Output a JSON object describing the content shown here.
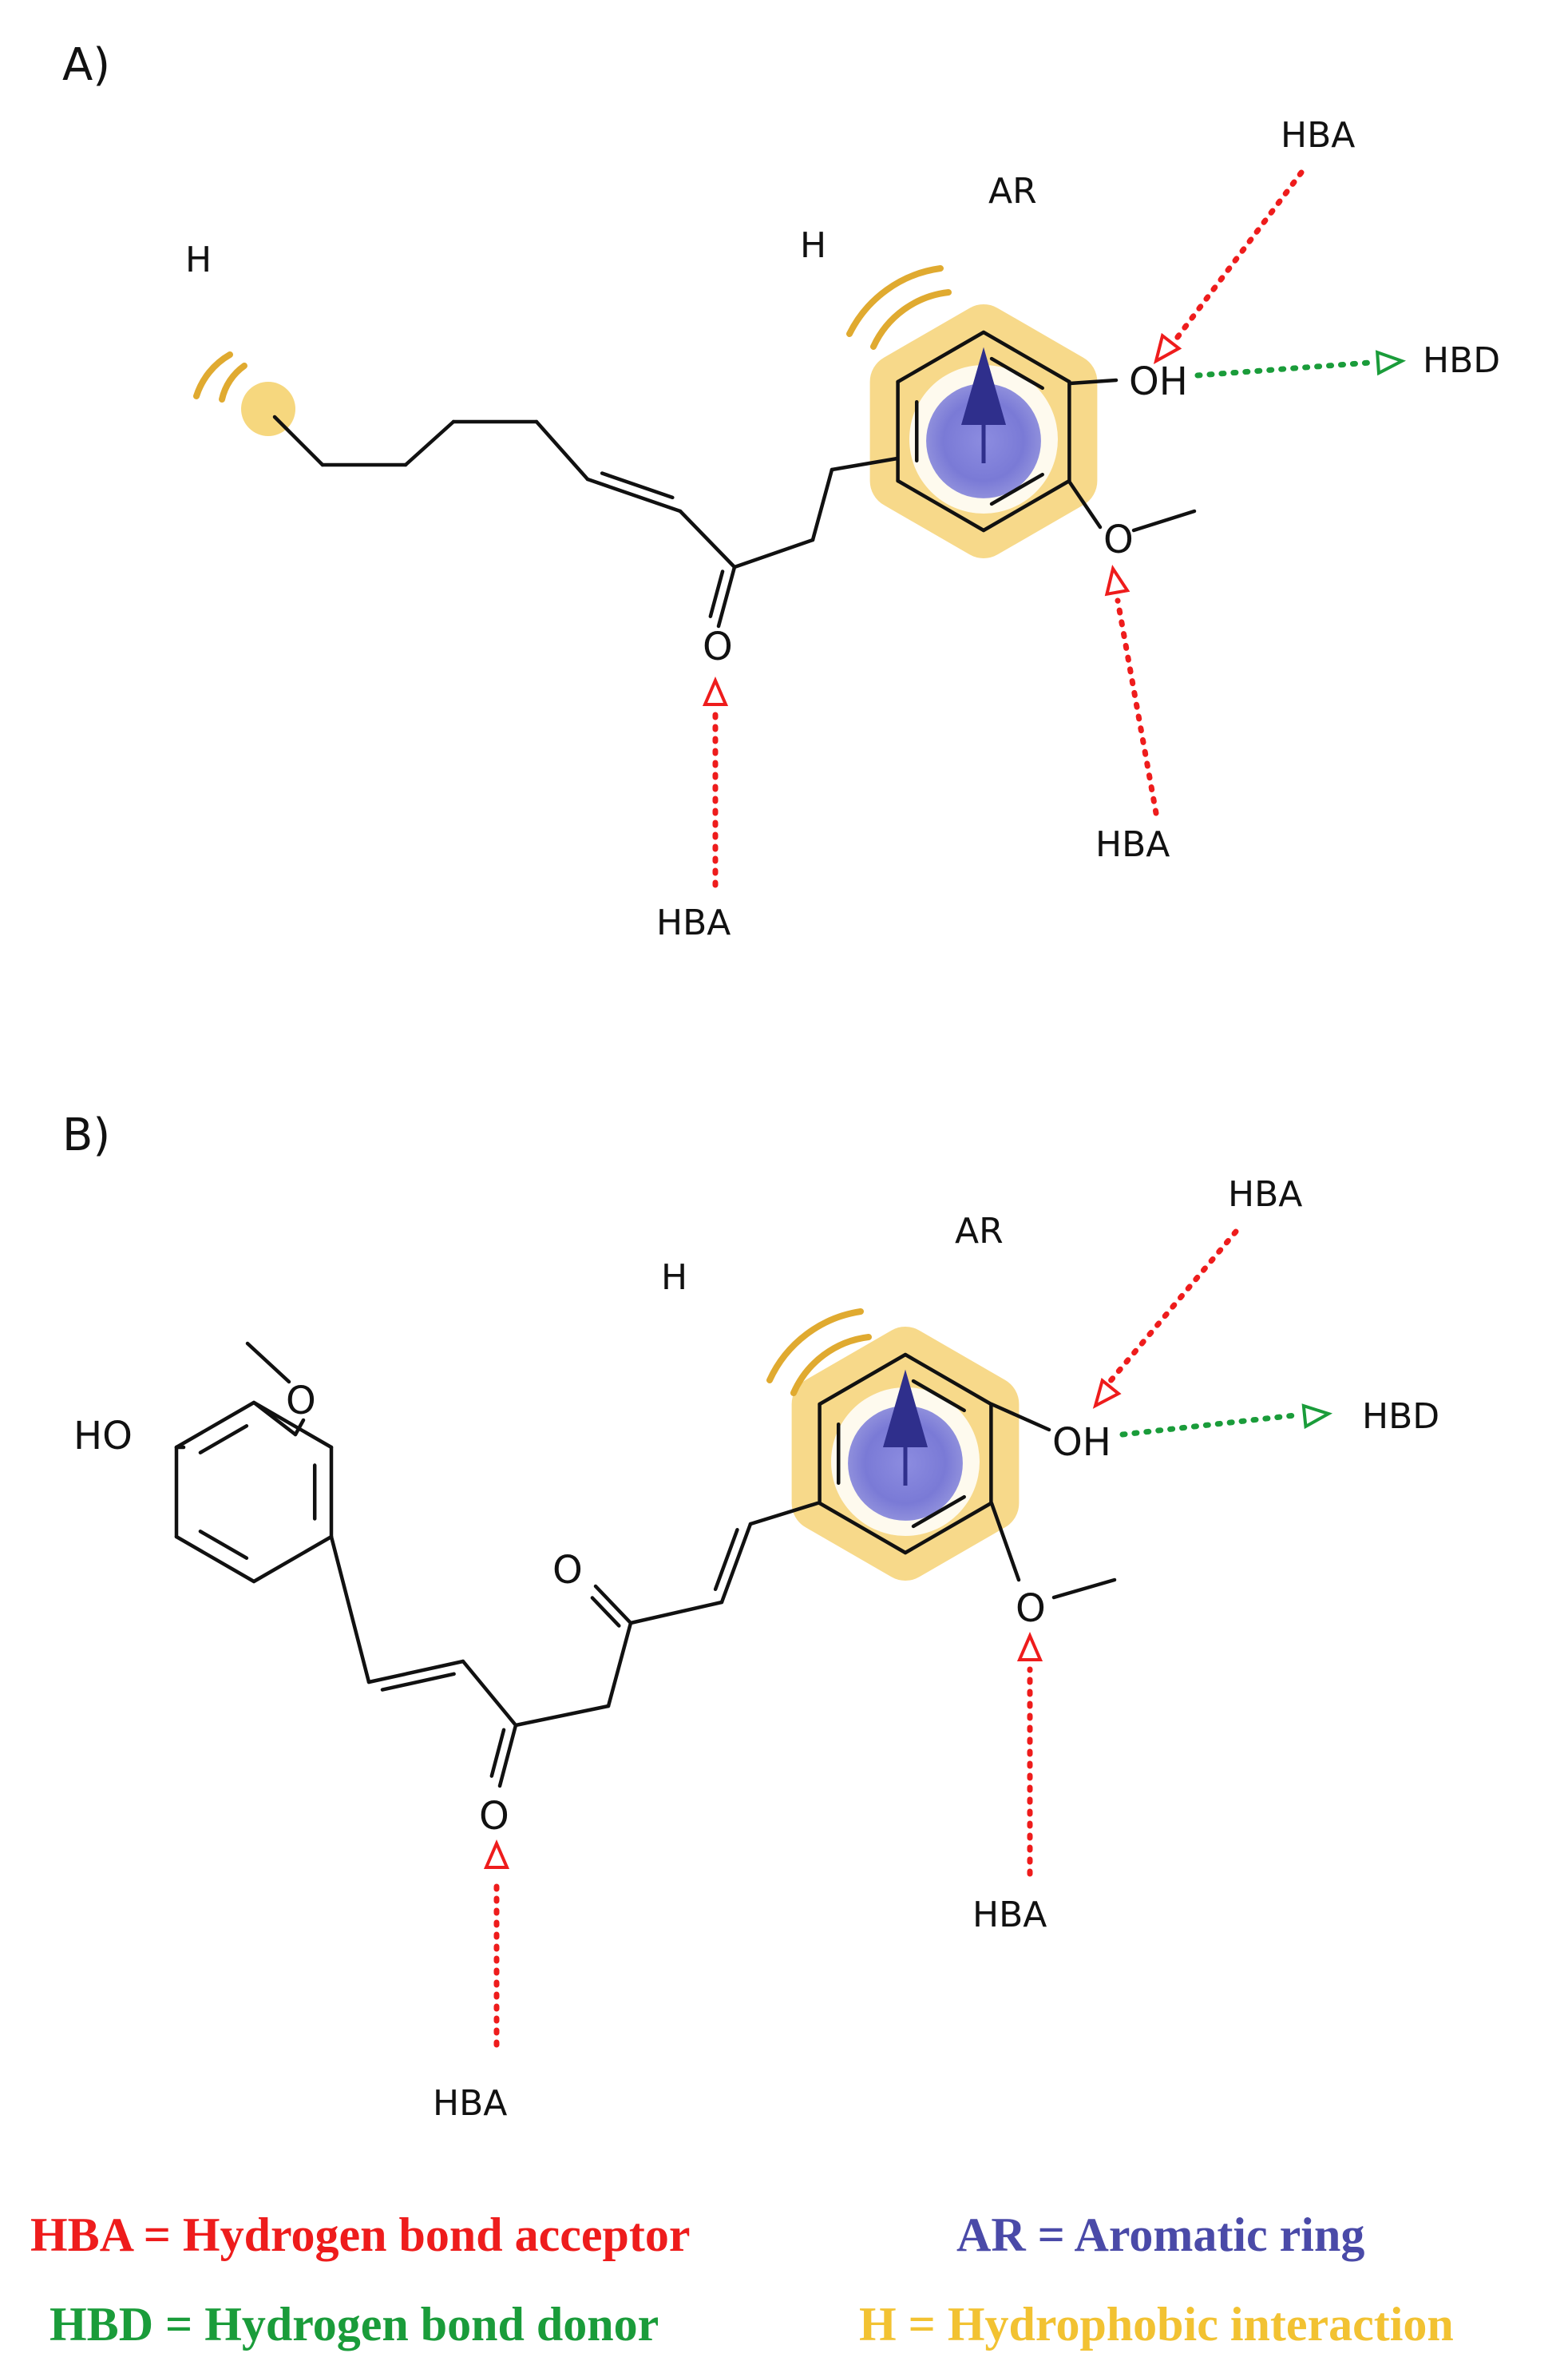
{
  "panels": [
    {
      "label": "A)",
      "features": {
        "h_left": "H",
        "h_ring": "H",
        "ar": "AR",
        "hba_top": "HBA",
        "hbd": "HBD",
        "hba_methoxy": "HBA",
        "hba_carbonyl": "HBA"
      },
      "atoms": {
        "oh": "OH",
        "o_methoxy": "O",
        "o_carbonyl": "O"
      }
    },
    {
      "label": "B)",
      "features": {
        "h_ring": "H",
        "ar": "AR",
        "hba_top": "HBA",
        "hbd": "HBD",
        "hba_methoxy": "HBA",
        "hba_carbonyl": "HBA"
      },
      "atoms": {
        "ho_left": "HO",
        "o_left_methoxy": "O",
        "o_carbonyl_upper": "O",
        "oh": "OH",
        "o_methoxy": "O",
        "o_carbonyl_lower": "O"
      }
    }
  ],
  "legend": {
    "hba": "HBA = Hydrogen bond acceptor",
    "ar": "AR = Aromatic ring",
    "hbd": "HBD = Hydrogen bond donor",
    "h": "H = Hydrophobic interaction"
  },
  "colors": {
    "hba": "#ee1c1c",
    "hbd": "#1a9c3a",
    "ar": "#4a4aa8",
    "hydrophobic": "#f2c232",
    "bond": "#111111"
  }
}
